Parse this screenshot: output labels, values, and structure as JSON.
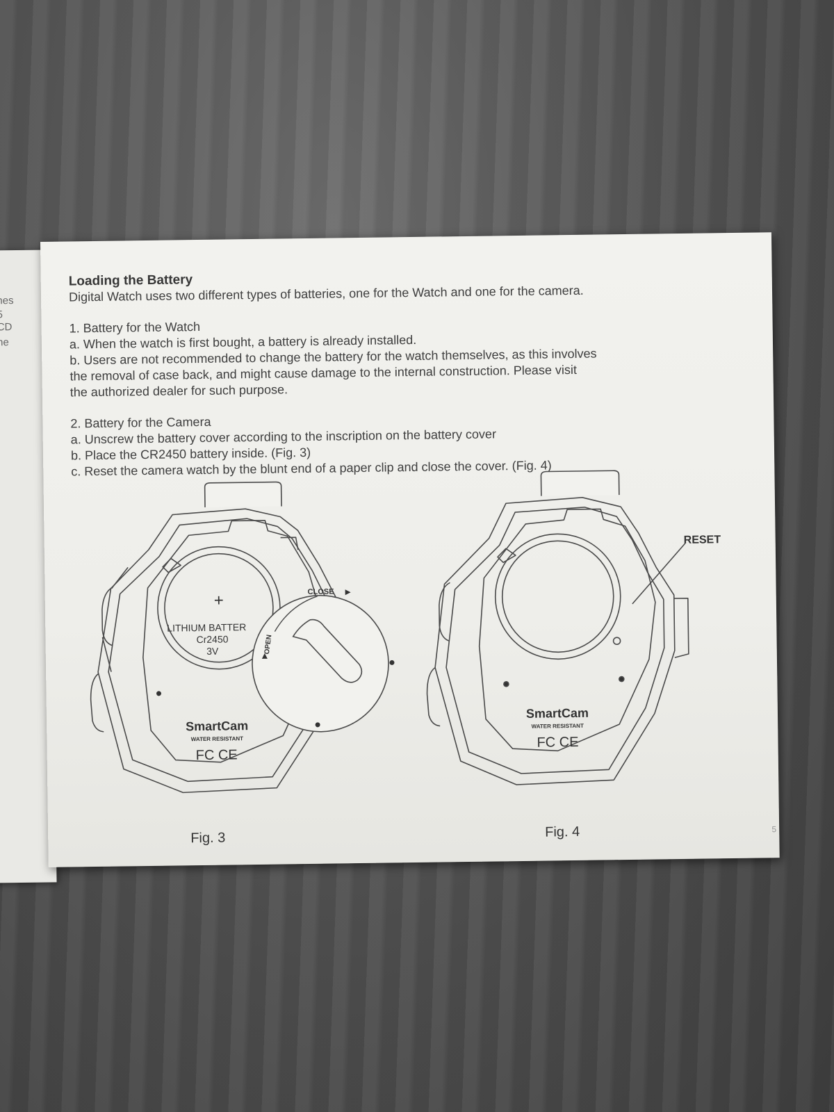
{
  "left_page_fragments": [
    "nes",
    "5",
    "CD",
    "he"
  ],
  "section": {
    "title": "Loading the Battery",
    "intro": "Digital Watch uses two different types of batteries, one for the Watch and one for the camera."
  },
  "watch_battery": {
    "heading": "1. Battery for the Watch",
    "item_a": "a. When the watch is first bought, a battery is already installed.",
    "item_b_lines": [
      "b. Users are not recommended to change the battery for the watch themselves, as this involves",
      "the removal of case back, and might cause damage to the internal construction. Please visit",
      "the authorized dealer for such purpose."
    ]
  },
  "camera_battery": {
    "heading": "2. Battery for the Camera",
    "item_a": "a. Unscrew the battery cover according to the inscription on the battery cover",
    "item_b": "b. Place the CR2450 battery inside. (Fig. 3)",
    "item_c": "c. Reset the camera watch by the blunt end of a paper clip  and close the cover. (Fig. 4)"
  },
  "fig3": {
    "battery_plus": "+",
    "battery_label": "LITHIUM BATTER",
    "battery_model": "Cr2450",
    "battery_voltage": "3V",
    "cover_close": "CLOSE",
    "cover_open": "OPEN",
    "brand": "SmartCam",
    "water": "WATER RESISTANT",
    "marks": "FC CE",
    "caption": "Fig. 3"
  },
  "fig4": {
    "reset_label": "RESET",
    "brand": "SmartCam",
    "water": "WATER RESISTANT",
    "marks": "FC CE",
    "caption": "Fig. 4"
  },
  "page_number": "5"
}
